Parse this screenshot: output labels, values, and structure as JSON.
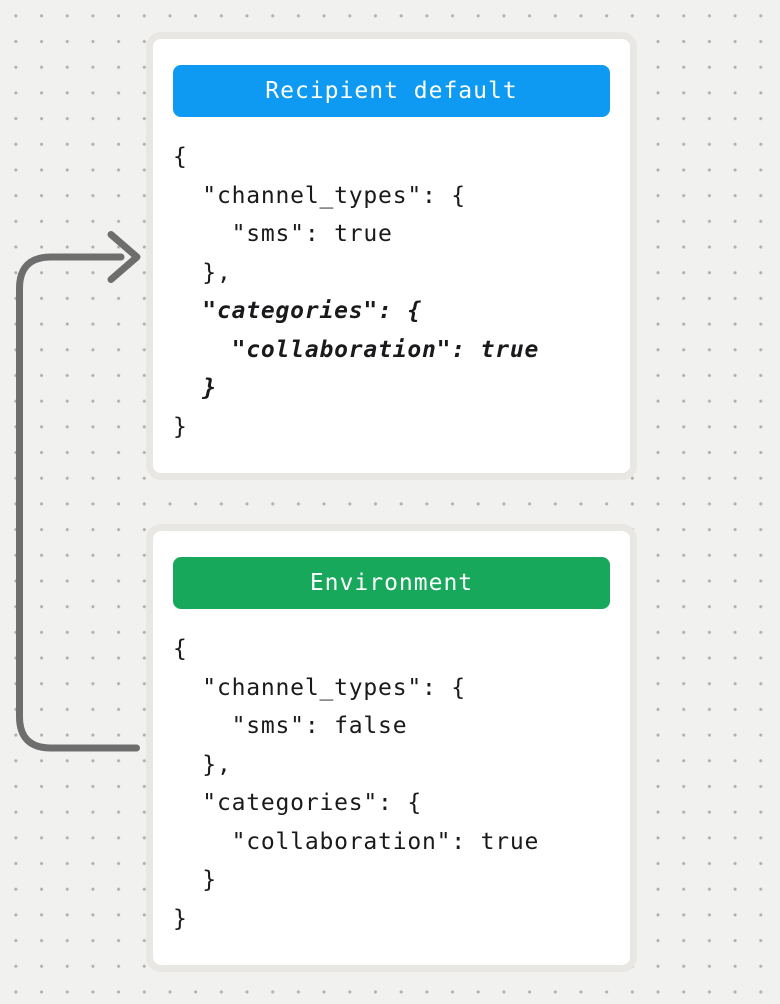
{
  "page": {
    "background_color": "#F1F1EF",
    "dot_color": "#AFAEAC"
  },
  "arrow": {
    "color": "#6E6E6E",
    "from": "environment-card",
    "to": "recipient-default-card"
  },
  "cards": [
    {
      "header_label": "Recipient default",
      "header_color": "#0E9AF2",
      "lines": [
        {
          "text": "{",
          "emphasis": false
        },
        {
          "text": "  \"channel_types\": {",
          "emphasis": false
        },
        {
          "text": "    \"sms\": true",
          "emphasis": false
        },
        {
          "text": "  },",
          "emphasis": false
        },
        {
          "text": "  \"categories\": {",
          "emphasis": true
        },
        {
          "text": "    \"collaboration\": true",
          "emphasis": true
        },
        {
          "text": "  }",
          "emphasis": true
        },
        {
          "text": "}",
          "emphasis": false
        }
      ]
    },
    {
      "header_label": "Environment",
      "header_color": "#17A85C",
      "lines": [
        {
          "text": "{",
          "emphasis": false
        },
        {
          "text": "  \"channel_types\": {",
          "emphasis": false
        },
        {
          "text": "    \"sms\": false",
          "emphasis": false
        },
        {
          "text": "  },",
          "emphasis": false
        },
        {
          "text": "  \"categories\": {",
          "emphasis": false
        },
        {
          "text": "    \"collaboration\": true",
          "emphasis": false
        },
        {
          "text": "  }",
          "emphasis": false
        },
        {
          "text": "}",
          "emphasis": false
        }
      ]
    }
  ]
}
